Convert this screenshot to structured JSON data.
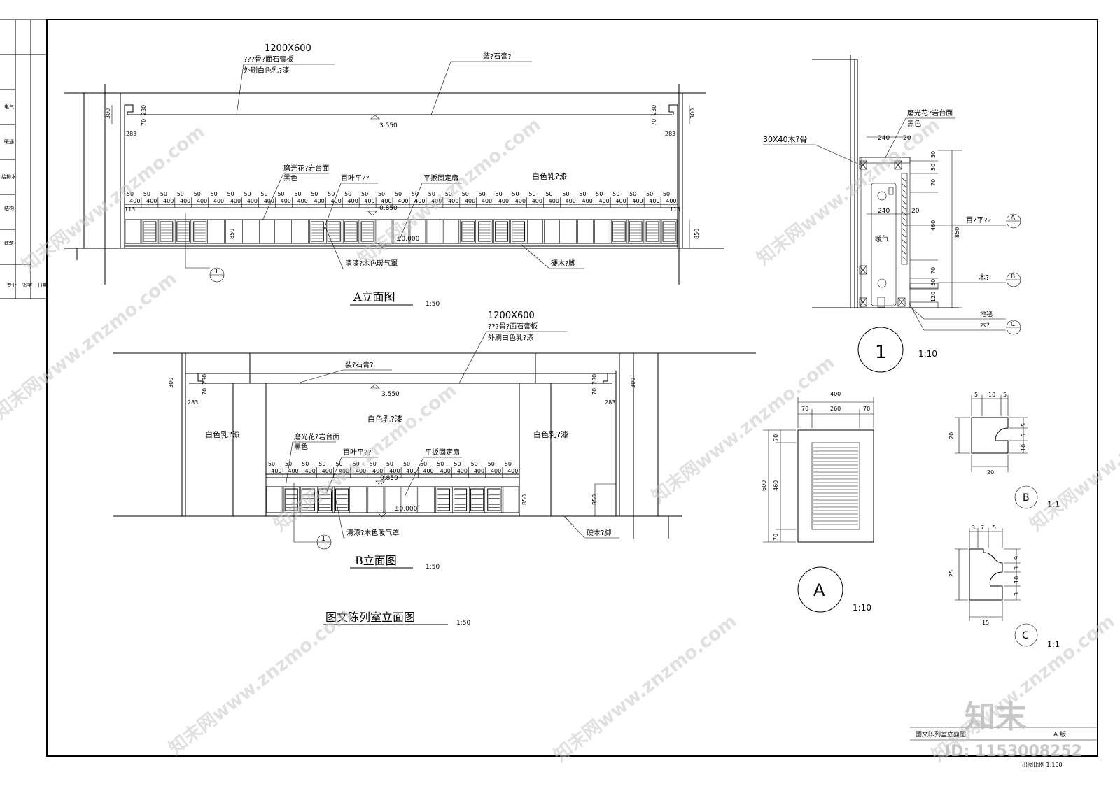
{
  "sheet": {
    "main_title": "图文陈列室立面图",
    "main_scale": "1:50",
    "titleblock_name": "图文陈列室立面图",
    "titleblock_grade": "A 版",
    "titleblock_scale": "出图比例 1:100"
  },
  "left_strip": [
    "专业",
    "签字",
    "日期",
    "建筑",
    "结构",
    "给排水",
    "暖通",
    "电气"
  ],
  "elevation_a": {
    "title": "A立面图",
    "scale": "1:50",
    "panel_size": "1200X600",
    "panel_material": "???骨?面石膏板",
    "panel_finish": "外刷白色乳?漆",
    "cornice": "装?石膏?",
    "ceiling_level": "3.550",
    "stone_top": "磨光花?岩台面",
    "stone_color": "黑色",
    "louver": "百叶平??",
    "fixed_fan": "平扳固定扇",
    "wall_paint": "白色乳?漆",
    "sill_level": "0.850",
    "floor_level": "±0.000",
    "cover": "清漆?木色暖气罩",
    "skirting": "硬木?脚",
    "dim_300": "300",
    "dim_230": "230",
    "dim_70": "70",
    "dim_283": "283",
    "dim_113": "113",
    "dim_850": "850",
    "dim_50": "50",
    "dim_400": "400",
    "callout": "1"
  },
  "elevation_b": {
    "title": "B立面图",
    "scale": "1:50",
    "panel_size": "1200X600",
    "panel_material": "???骨?面石膏板",
    "panel_finish": "外刷白色乳?漆",
    "cornice": "装?石膏?",
    "ceiling_level": "3.550",
    "wall_paint": "白色乳?漆",
    "stone_top": "磨光花?岩台面",
    "stone_color": "黑色",
    "louver": "百叶平??",
    "fixed_fan": "平扳固定扇",
    "sill_level": "0.850",
    "floor_level": "±0.000",
    "cover": "清漆?木色暖气罩",
    "skirting": "硬木?脚",
    "dim_300": "300",
    "dim_230": "230",
    "dim_70": "70",
    "dim_283": "283",
    "dim_850": "850",
    "dim_50": "50",
    "dim_400": "400",
    "callout": "1"
  },
  "section_1": {
    "label": "1",
    "scale": "1:10",
    "timber": "30X40木?骨",
    "stone_top": "磨光花?岩台面",
    "stone_color": "黑色",
    "heater": "暖气",
    "louver": "百?平??",
    "wood": "木?",
    "floor": "地毯",
    "wood2": "木?",
    "dim_240a": "240",
    "dim_20a": "20",
    "dim_240b": "240",
    "dim_20b": "20",
    "dims_right": [
      "30",
      "50",
      "70",
      "460",
      "70",
      "50",
      "120"
    ],
    "dim_850": "850",
    "tags": [
      "A",
      "B",
      "C"
    ]
  },
  "detail_a": {
    "label": "A",
    "scale": "1:10",
    "dim_400": "400",
    "dim_70a": "70",
    "dim_260": "260",
    "dim_70b": "70",
    "dim_600": "600",
    "dim_460": "460",
    "dim_70c": "70",
    "dim_70d": "70"
  },
  "detail_b": {
    "label": "B",
    "scale": "1:1",
    "top": [
      "5",
      "10",
      "5"
    ],
    "right": [
      "5",
      "5",
      "10"
    ],
    "left": "20",
    "bottom": "20"
  },
  "detail_c": {
    "label": "C",
    "scale": "1:1",
    "top": [
      "3",
      "7",
      "5"
    ],
    "right": [
      "9",
      "3",
      "10",
      "3"
    ],
    "left": "25",
    "bottom": "15"
  },
  "watermark": {
    "site": "知末网www.znzmo.com",
    "logo": "知末",
    "id": "ID: 1153008252"
  }
}
